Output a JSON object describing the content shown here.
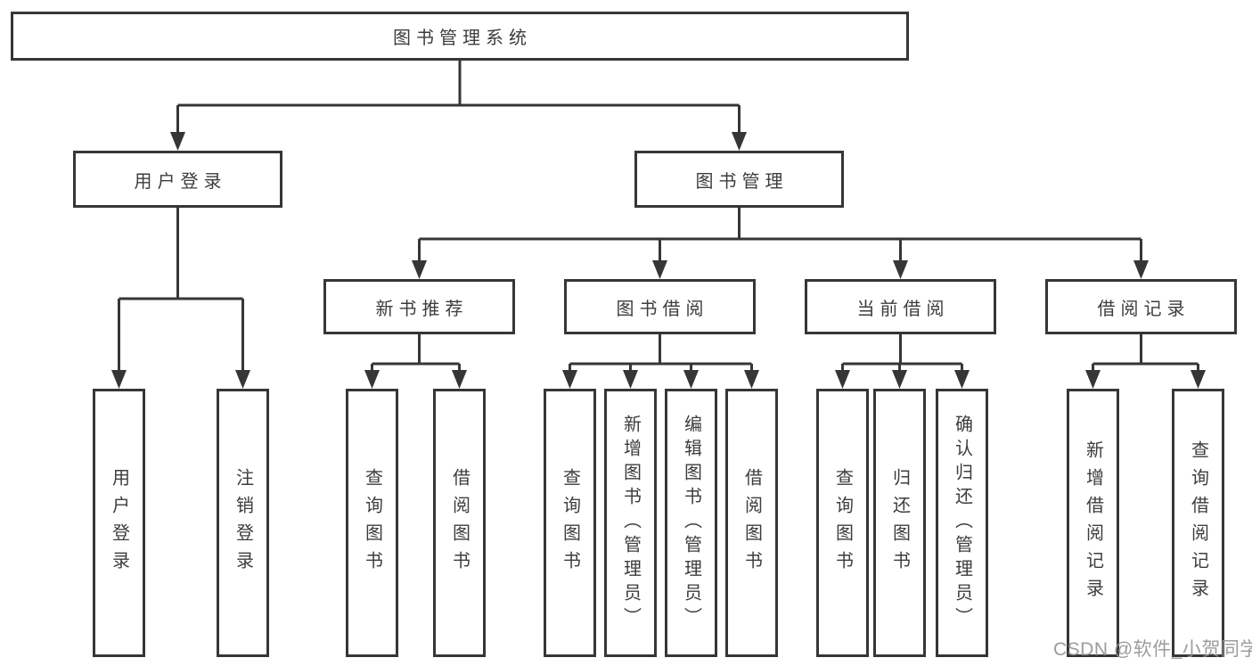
{
  "tree": {
    "root": {
      "label": "图书管理系统",
      "children": [
        {
          "label": "用户登录",
          "children": [
            {
              "label": "用户登录"
            },
            {
              "label": "注销登录"
            }
          ]
        },
        {
          "label": "图书管理",
          "children": [
            {
              "label": "新书推荐",
              "children": [
                {
                  "label": "查询图书"
                },
                {
                  "label": "借阅图书"
                }
              ]
            },
            {
              "label": "图书借阅",
              "children": [
                {
                  "label": "查询图书"
                },
                {
                  "label": "新增图书（管理员）"
                },
                {
                  "label": "编辑图书（管理员）"
                },
                {
                  "label": "借阅图书"
                }
              ]
            },
            {
              "label": "当前借阅",
              "children": [
                {
                  "label": "查询图书"
                },
                {
                  "label": "归还图书"
                },
                {
                  "label": "确认归还（管理员）"
                }
              ]
            },
            {
              "label": "借阅记录",
              "children": [
                {
                  "label": "新增借阅记录"
                },
                {
                  "label": "查询借阅记录"
                }
              ]
            }
          ]
        }
      ]
    }
  },
  "watermark": {
    "text": "CSDN @软件_小贺同学"
  },
  "colors": {
    "line": "#363636",
    "text": "#3d3d3d",
    "watermark": "#949494",
    "background": "#ffffff"
  }
}
